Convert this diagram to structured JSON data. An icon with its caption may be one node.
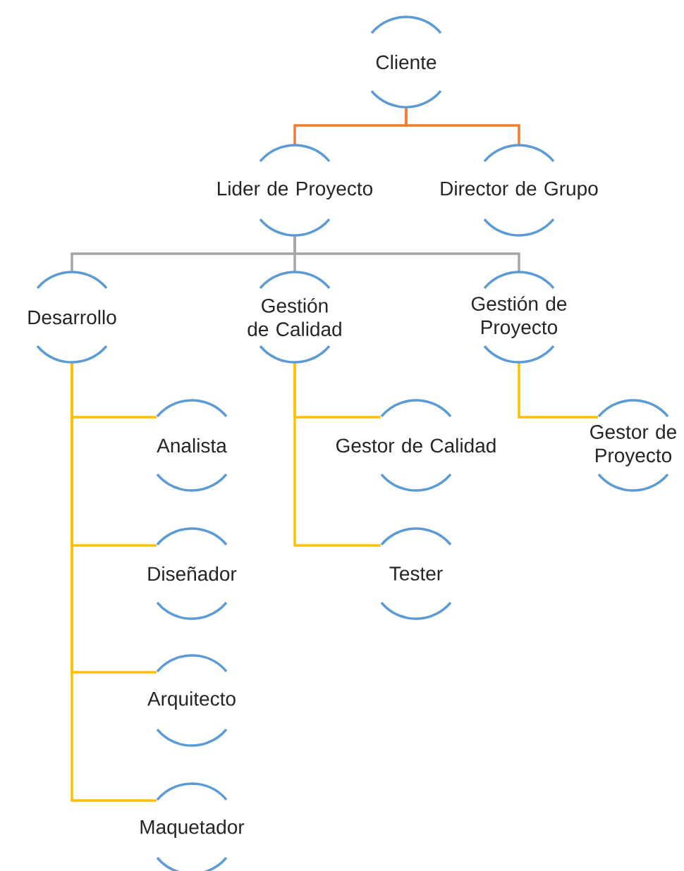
{
  "diagram": {
    "nodes": [
      {
        "text": [
          "Cliente"
        ]
      },
      {
        "text": [
          "Lider de Proyecto"
        ]
      },
      {
        "text": [
          "Director de Grupo"
        ]
      },
      {
        "text": [
          "Desarrollo"
        ]
      },
      {
        "text": [
          "Gestión de Calidad"
        ]
      },
      {
        "text": [
          "Gestión de Proyecto"
        ]
      },
      {
        "text": [
          "Analista"
        ]
      },
      {
        "text": [
          "Diseñador"
        ]
      },
      {
        "text": [
          "Arquitecto"
        ]
      },
      {
        "text": [
          "Maquetador"
        ]
      },
      {
        "text": [
          "Gestor de Calidad"
        ]
      },
      {
        "text": [
          "Tester"
        ]
      },
      {
        "text": [
          "Gestor de Proyecto"
        ]
      }
    ],
    "edges": [
      {
        "from": 0,
        "to": 1,
        "arrow": "none",
        "color": "#ed7d31"
      },
      {
        "from": 0,
        "to": 2,
        "arrow": "none",
        "color": "#ed7d31"
      },
      {
        "from": 1,
        "to": 3,
        "arrow": "none",
        "color": "#a5a5a5"
      },
      {
        "from": 1,
        "to": 4,
        "arrow": "none",
        "color": "#a5a5a5"
      },
      {
        "from": 1,
        "to": 5,
        "arrow": "none",
        "color": "#a5a5a5"
      },
      {
        "from": 3,
        "to": 6,
        "arrow": "none"
      },
      {
        "from": 3,
        "to": 7,
        "arrow": "none"
      },
      {
        "from": 3,
        "to": 8,
        "arrow": "none"
      },
      {
        "from": 3,
        "to": 9,
        "arrow": "none"
      },
      {
        "from": 4,
        "to": 10,
        "arrow": "none"
      },
      {
        "from": 4,
        "to": 11,
        "arrow": "none"
      },
      {
        "from": 5,
        "to": 12,
        "arrow": "none"
      }
    ]
  }
}
